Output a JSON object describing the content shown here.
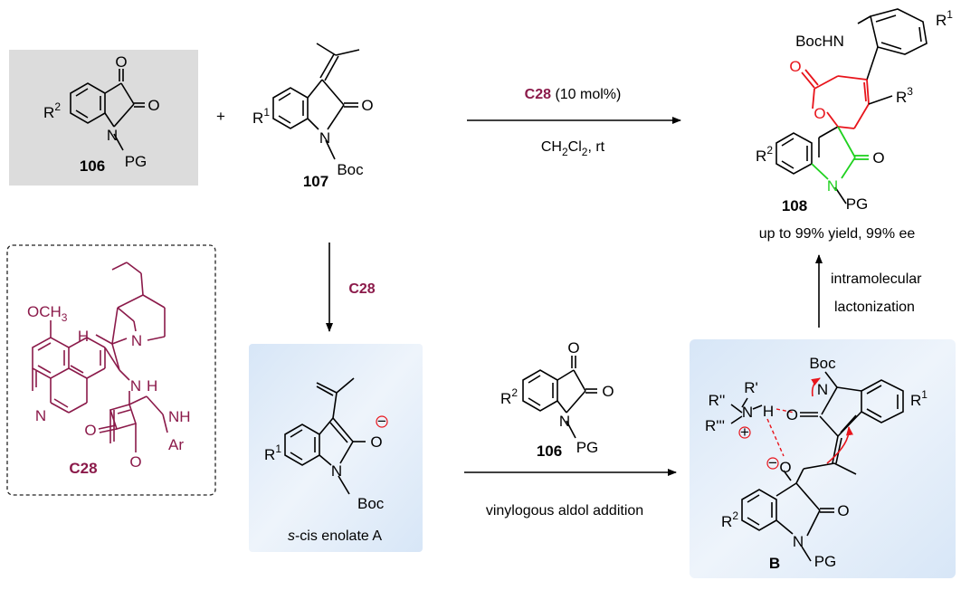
{
  "colors": {
    "catalyst": "#8b1a4a",
    "lactone_ring": "#e8141b",
    "oxindole_ring": "#1fd11f",
    "panel_fill": "#e3edf8",
    "grey_box": "#dcdcdc",
    "arrow": "#000000"
  },
  "compounds": {
    "c106_top": {
      "label": "106",
      "pg": "PG",
      "r": "R",
      "r_sup": "2",
      "o1": "O",
      "o2": "O",
      "n": "N"
    },
    "c107": {
      "label": "107",
      "boc": "Boc",
      "r": "R",
      "r_sup": "1",
      "o": "O",
      "n": "N"
    },
    "c108": {
      "label": "108",
      "pg": "PG",
      "bochn": "BocHN",
      "r1": "R",
      "r1_sup": "1",
      "r2": "R",
      "r2_sup": "2",
      "r3": "R",
      "r3_sup": "3",
      "o1": "O",
      "o2": "O",
      "o3": "O",
      "n": "N",
      "result": "up to 99% yield, 99% ee"
    },
    "enolate": {
      "caption_italic": "s",
      "caption_rest": "-cis enolate A",
      "boc": "Boc",
      "r": "R",
      "r_sup": "1",
      "o": "O",
      "minus": "−",
      "n": "N"
    },
    "c106_mid": {
      "label": "106",
      "pg": "PG",
      "r": "R",
      "r_sup": "2",
      "o1": "O",
      "o2": "O",
      "n": "N"
    },
    "tsB": {
      "label": "B",
      "boc": "Boc",
      "pg": "PG",
      "r1": "R",
      "r1_sup": "1",
      "r2": "R",
      "r2_sup": "2",
      "rp": "R'",
      "rpp": "R''",
      "rppp": "R'''",
      "n_amine": "N",
      "h": "H",
      "plus": "+",
      "minus": "−",
      "o_enolate": "O",
      "o_carbonyl": "O",
      "o_oxindole": "O",
      "n1": "N",
      "n2": "N"
    },
    "c28": {
      "label": "C28",
      "och3": "OCH",
      "och3_sub": "3",
      "h": "H",
      "n_quin": "N",
      "n_ring": "N",
      "nh": "N",
      "nh_h": "H",
      "nhar_nh": "NH",
      "ar": "Ar",
      "o1": "O",
      "o2": "O"
    }
  },
  "arrows": {
    "top": {
      "catalyst": "C28",
      "loading": " (10 mol%)",
      "solvent_pre": "CH",
      "sub1": "2",
      "mid": "Cl",
      "sub2": "2",
      "solvent_post": ", rt"
    },
    "down": {
      "label": "C28"
    },
    "bottom": {
      "label": "vinylogous aldol  addition"
    },
    "up": {
      "line1": "intramolecular",
      "line2": "lactonization"
    }
  },
  "plus_sign": "+"
}
